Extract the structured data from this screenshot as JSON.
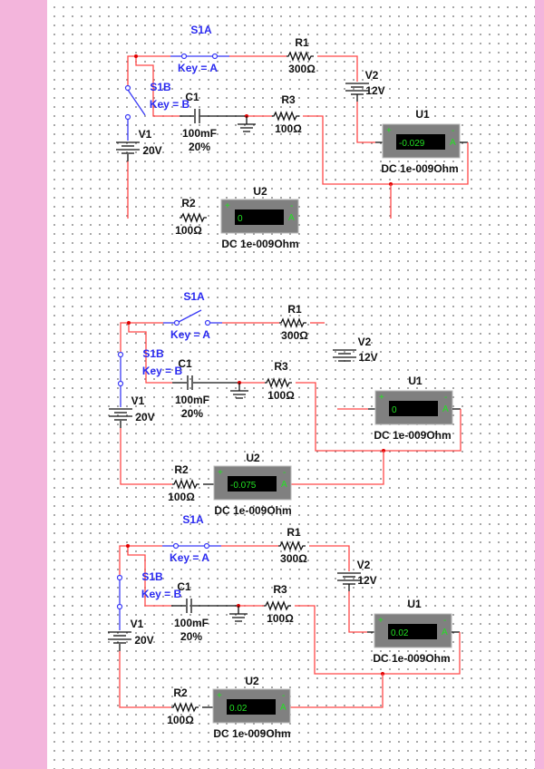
{
  "colors": {
    "wire": "#ff4848",
    "switch": "#3a3af5",
    "lead": "#111111",
    "page_margin": "#f3b5dc",
    "meter_body": "#808080",
    "meter_display": "#000000",
    "meter_text": "#22e022"
  },
  "circuits": [
    {
      "state": "S1A closed, S1B open",
      "s1a": "S1A",
      "key_a": "Key = A",
      "s1b": "S1B",
      "key_b": "Key = B",
      "r1": "R1",
      "r1_val": "300Ω",
      "r2": "R2",
      "r2_val": "100Ω",
      "r3": "R3",
      "r3_val": "100Ω",
      "c1": "C1",
      "c1_val": "100mF",
      "c1_tol": "20%",
      "v1": "V1",
      "v1_val": "20V",
      "v2": "V2",
      "v2_val": "12V",
      "u1": "U1",
      "u1_reading": "-0.029",
      "u1_mode": "DC  1e-009Ohm",
      "u2": "U2",
      "u2_reading": "0",
      "u2_mode": "DC  1e-009Ohm"
    },
    {
      "state": "S1A open, S1B closed",
      "s1a": "S1A",
      "key_a": "Key = A",
      "s1b": "S1B",
      "key_b": "Key = B",
      "r1": "R1",
      "r1_val": "300Ω",
      "r2": "R2",
      "r2_val": "100Ω",
      "r3": "R3",
      "r3_val": "100Ω",
      "c1": "C1",
      "c1_val": "100mF",
      "c1_tol": "20%",
      "v1": "V1",
      "v1_val": "20V",
      "v2": "V2",
      "v2_val": "12V",
      "u1": "U1",
      "u1_reading": "0",
      "u1_mode": "DC  1e-009Ohm",
      "u2": "U2",
      "u2_reading": "-0.075",
      "u2_mode": "DC  1e-009Ohm"
    },
    {
      "state": "S1A closed, S1B closed",
      "s1a": "S1A",
      "key_a": "Key = A",
      "s1b": "S1B",
      "key_b": "Key = B",
      "r1": "R1",
      "r1_val": "300Ω",
      "r2": "R2",
      "r2_val": "100Ω",
      "r3": "R3",
      "r3_val": "100Ω",
      "c1": "C1",
      "c1_val": "100mF",
      "c1_tol": "20%",
      "v1": "V1",
      "v1_val": "20V",
      "v2": "V2",
      "v2_val": "12V",
      "u1": "U1",
      "u1_reading": "0.02",
      "u1_mode": "DC  1e-009Ohm",
      "u2": "U2",
      "u2_reading": "0.02",
      "u2_mode": "DC  1e-009Ohm"
    }
  ]
}
